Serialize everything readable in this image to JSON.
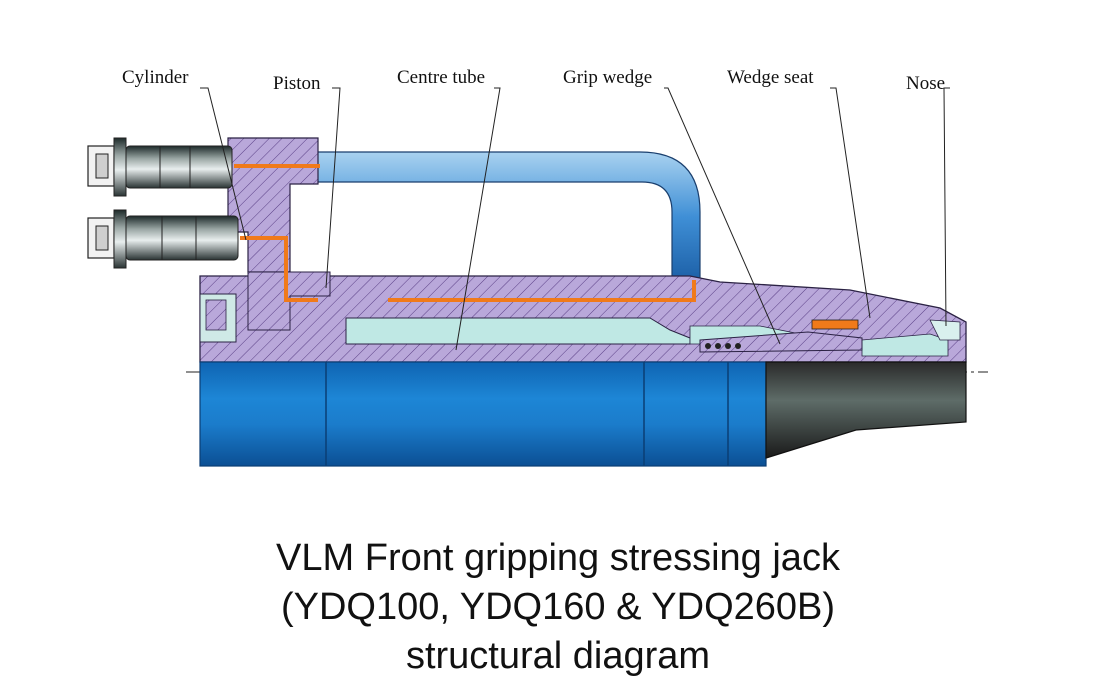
{
  "labels": {
    "cylinder": "Cylinder",
    "piston": "Piston",
    "centre_tube": "Centre tube",
    "grip_wedge": "Grip wedge",
    "wedge_seat": "Wedge seat",
    "nose": "Nose"
  },
  "caption": {
    "line1": "VLM Front gripping stressing jack",
    "line2": "(YDQ100, YDQ160 & YDQ260B)",
    "line3": "structural diagram"
  },
  "colors": {
    "body_hatch": "#b7a7d8",
    "hydraulic_line": "#f07a1a",
    "hose": "#2b7fd0",
    "strand_blue": "#1b78c8",
    "cavity": "#bfe8e4",
    "nose_dark": "#1e1e1e"
  }
}
